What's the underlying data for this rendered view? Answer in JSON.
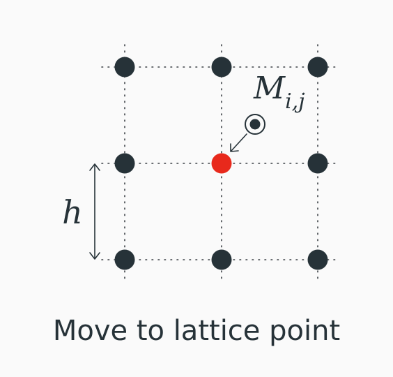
{
  "diagram": {
    "grid": {
      "columns": 3,
      "rows": 3,
      "highlight": {
        "col": 1,
        "row": 1
      }
    },
    "point_label": {
      "base": "M",
      "subscript": "i,j"
    },
    "spacing_label": "h",
    "caption": "Move to lattice point",
    "colors": {
      "node": "#263238",
      "highlight": "#e8291c",
      "background": "#fafafa"
    }
  }
}
